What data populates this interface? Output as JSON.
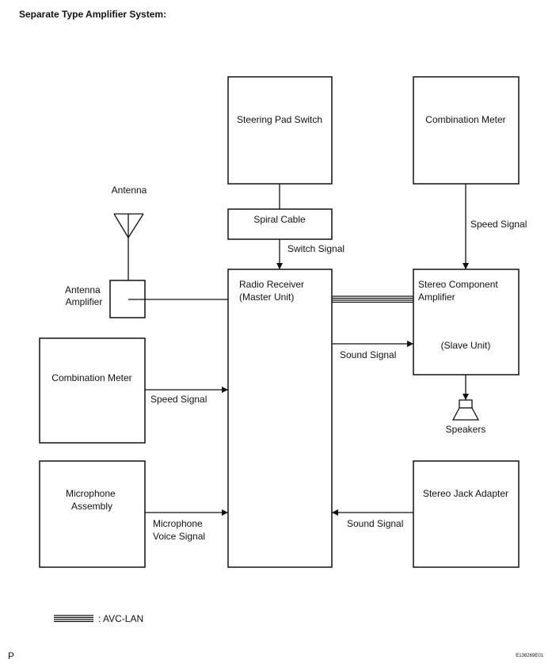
{
  "diagram": {
    "title": "Separate Type Amplifier System:",
    "blocks": {
      "steering_pad_switch": "Steering Pad Switch",
      "combination_meter_top": "Combination Meter",
      "spiral_cable": "Spiral Cable",
      "radio_receiver": [
        "Radio Receiver",
        "(Master Unit)"
      ],
      "stereo_component_amplifier": [
        "Stereo Component",
        "Amplifier"
      ],
      "slave_unit": "(Slave Unit)",
      "combination_meter_left": "Combination Meter",
      "microphone_assembly": [
        "Microphone",
        "Assembly"
      ],
      "stereo_jack_adapter": "Stereo Jack Adapter",
      "antenna_amplifier": [
        "Antenna",
        "Amplifier"
      ]
    },
    "labels": {
      "antenna": "Antenna",
      "speakers": "Speakers",
      "switch_signal": "Switch Signal",
      "speed_signal_top": "Speed Signal",
      "sound_signal_amp": "Sound Signal",
      "speed_signal_left": "Speed Signal",
      "microphone_voice_signal": [
        "Microphone",
        "Voice Signal"
      ],
      "sound_signal_jack": "Sound Signal"
    },
    "legend": {
      "label": ": AVC-LAN"
    },
    "footer": {
      "left": "P",
      "right": "E138269E01"
    }
  }
}
